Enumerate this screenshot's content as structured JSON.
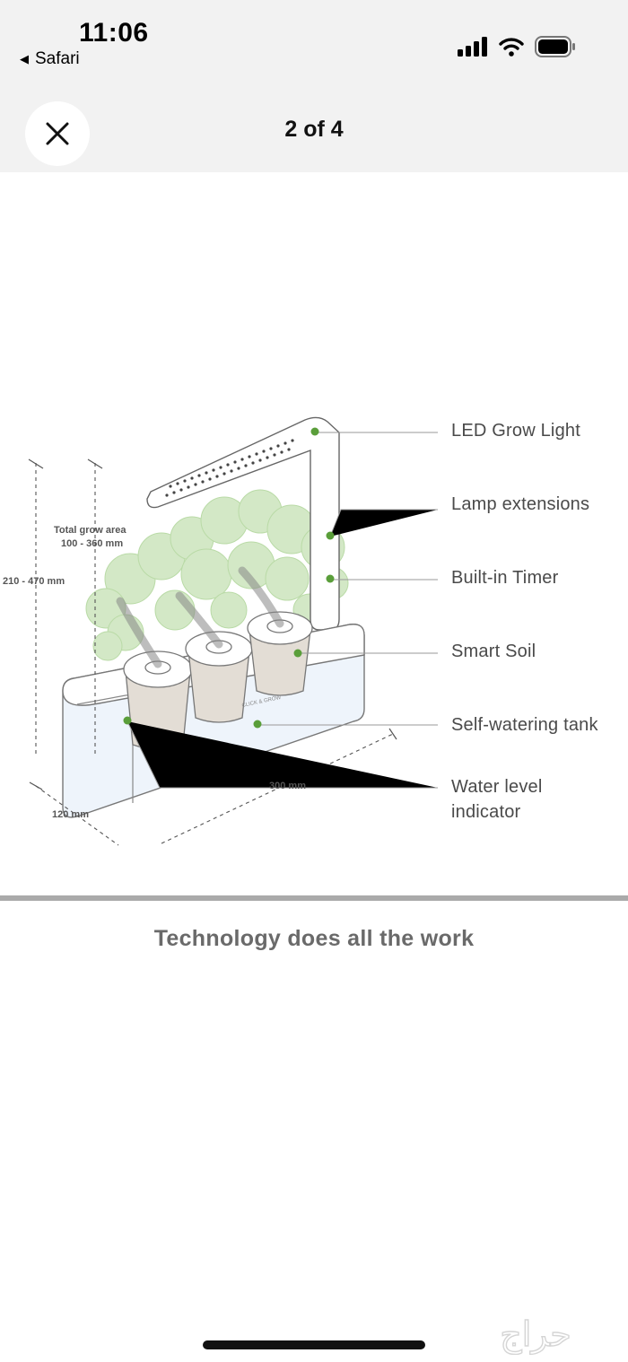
{
  "status_bar": {
    "time": "11:06",
    "back_app": "Safari"
  },
  "viewer": {
    "page_counter": "2 of 4"
  },
  "diagram": {
    "callouts": [
      "LED Grow Light",
      "Lamp extensions",
      "Built-in Timer",
      "Smart Soil",
      "Self-watering tank",
      "Water level",
      "indicator"
    ],
    "dimensions": {
      "grow_area_title": "Total grow area",
      "grow_area_value": "100 - 360 mm",
      "height": "210 - 470 mm",
      "width": "300 mm",
      "depth": "120 mm"
    },
    "product_mark": "CLICK & GROW"
  },
  "caption": "Technology does all the work",
  "watermark_text": "حراج"
}
